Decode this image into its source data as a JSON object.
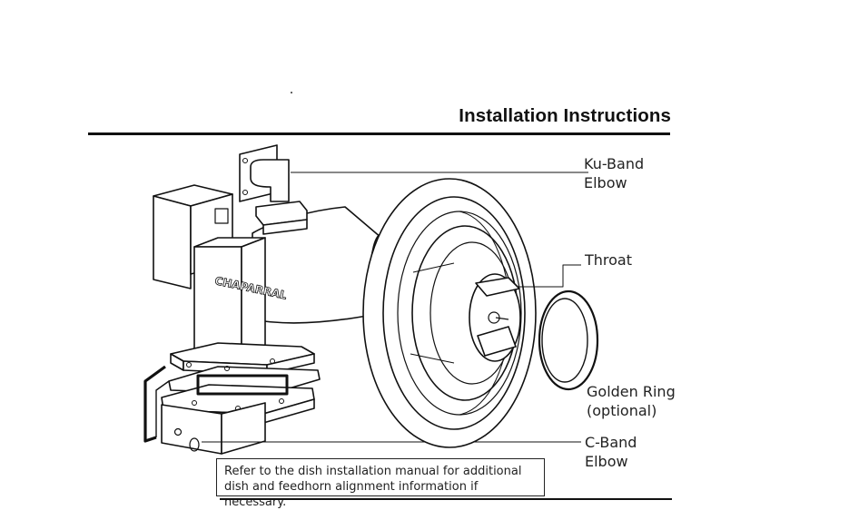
{
  "page": {
    "title": "Installation Instructions"
  },
  "diagram": {
    "brand_text": "CHAPARRAL",
    "labels": {
      "ku_band_elbow": [
        "Ku-Band",
        "Elbow"
      ],
      "throat": "Throat",
      "golden_ring": [
        "Golden Ring",
        "(optional)"
      ],
      "c_band_elbow": [
        "C-Band",
        "Elbow"
      ]
    }
  },
  "note": {
    "text": "Refer to the dish installation manual for additional dish and feedhorn alignment information if necessary."
  }
}
